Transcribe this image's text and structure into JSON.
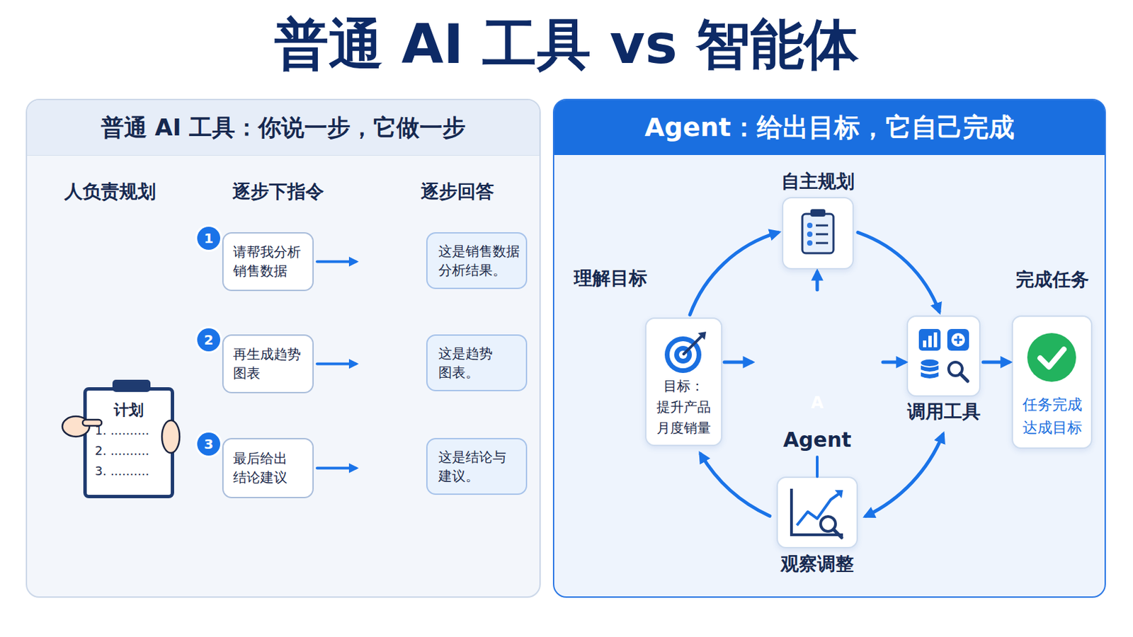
{
  "diagram": {
    "title": "普通 AI 工具 vs 智能体",
    "nodes": [
      {
        "text": [
          "普通 AI 工具：你说一步，它做一步"
        ]
      },
      {
        "text": [
          "计划",
          "1. ..........",
          "2. ..........",
          "3. .........."
        ],
        "in": 0
      },
      {
        "text": [
          "1"
        ],
        "in": 0
      },
      {
        "text": [
          "请帮我分析销售数据"
        ],
        "in": 0
      },
      {
        "text": [
          "这是销售数据分析结果。"
        ],
        "in": 0
      },
      {
        "text": [
          "2"
        ],
        "in": 0
      },
      {
        "text": [
          "再生成趋势图表"
        ],
        "in": 0
      },
      {
        "text": [
          "这是趋势图表。"
        ],
        "in": 0
      },
      {
        "text": [
          "3"
        ],
        "in": 0
      },
      {
        "text": [
          "最后给出结论建议"
        ],
        "in": 0
      },
      {
        "text": [
          "这是结论与建议。"
        ],
        "in": 0
      },
      {
        "text": [
          "Agent：给出目标，它自己完成"
        ]
      },
      {
        "text": [
          "自主规划"
        ],
        "in": 11
      },
      {
        "text": [
          "目标：",
          "提升产品月度销量"
        ],
        "in": 11
      },
      {
        "text": [
          "Agent"
        ],
        "in": 11
      },
      {
        "text": [
          "调用工具"
        ],
        "in": 11
      },
      {
        "text": [
          "完成任务",
          "任务完成 达成目标"
        ],
        "in": 11
      },
      {
        "text": [
          "观察调整"
        ],
        "in": 11
      }
    ],
    "edges": [
      {
        "from": 3,
        "to": 4,
        "arrow": "to"
      },
      {
        "from": 6,
        "to": 7,
        "arrow": "to"
      },
      {
        "from": 9,
        "to": 10,
        "arrow": "to"
      },
      {
        "from": 13,
        "to": 14,
        "arrow": "to"
      },
      {
        "from": 14,
        "to": 12,
        "arrow": "to"
      },
      {
        "from": 14,
        "to": 15,
        "arrow": "to"
      },
      {
        "from": 15,
        "to": 16,
        "arrow": "to"
      },
      {
        "from": 13,
        "to": 12,
        "arrow": "to"
      },
      {
        "from": 12,
        "to": 15,
        "arrow": "to"
      },
      {
        "from": 15,
        "to": 17,
        "arrow": "both"
      },
      {
        "from": 17,
        "to": 13,
        "arrow": "to"
      },
      {
        "from": 14,
        "to": 17,
        "arrow": "none"
      }
    ],
    "labels": [
      "人负责规划",
      "逐步下指令",
      "逐步回答",
      "理解目标",
      "A"
    ]
  }
}
